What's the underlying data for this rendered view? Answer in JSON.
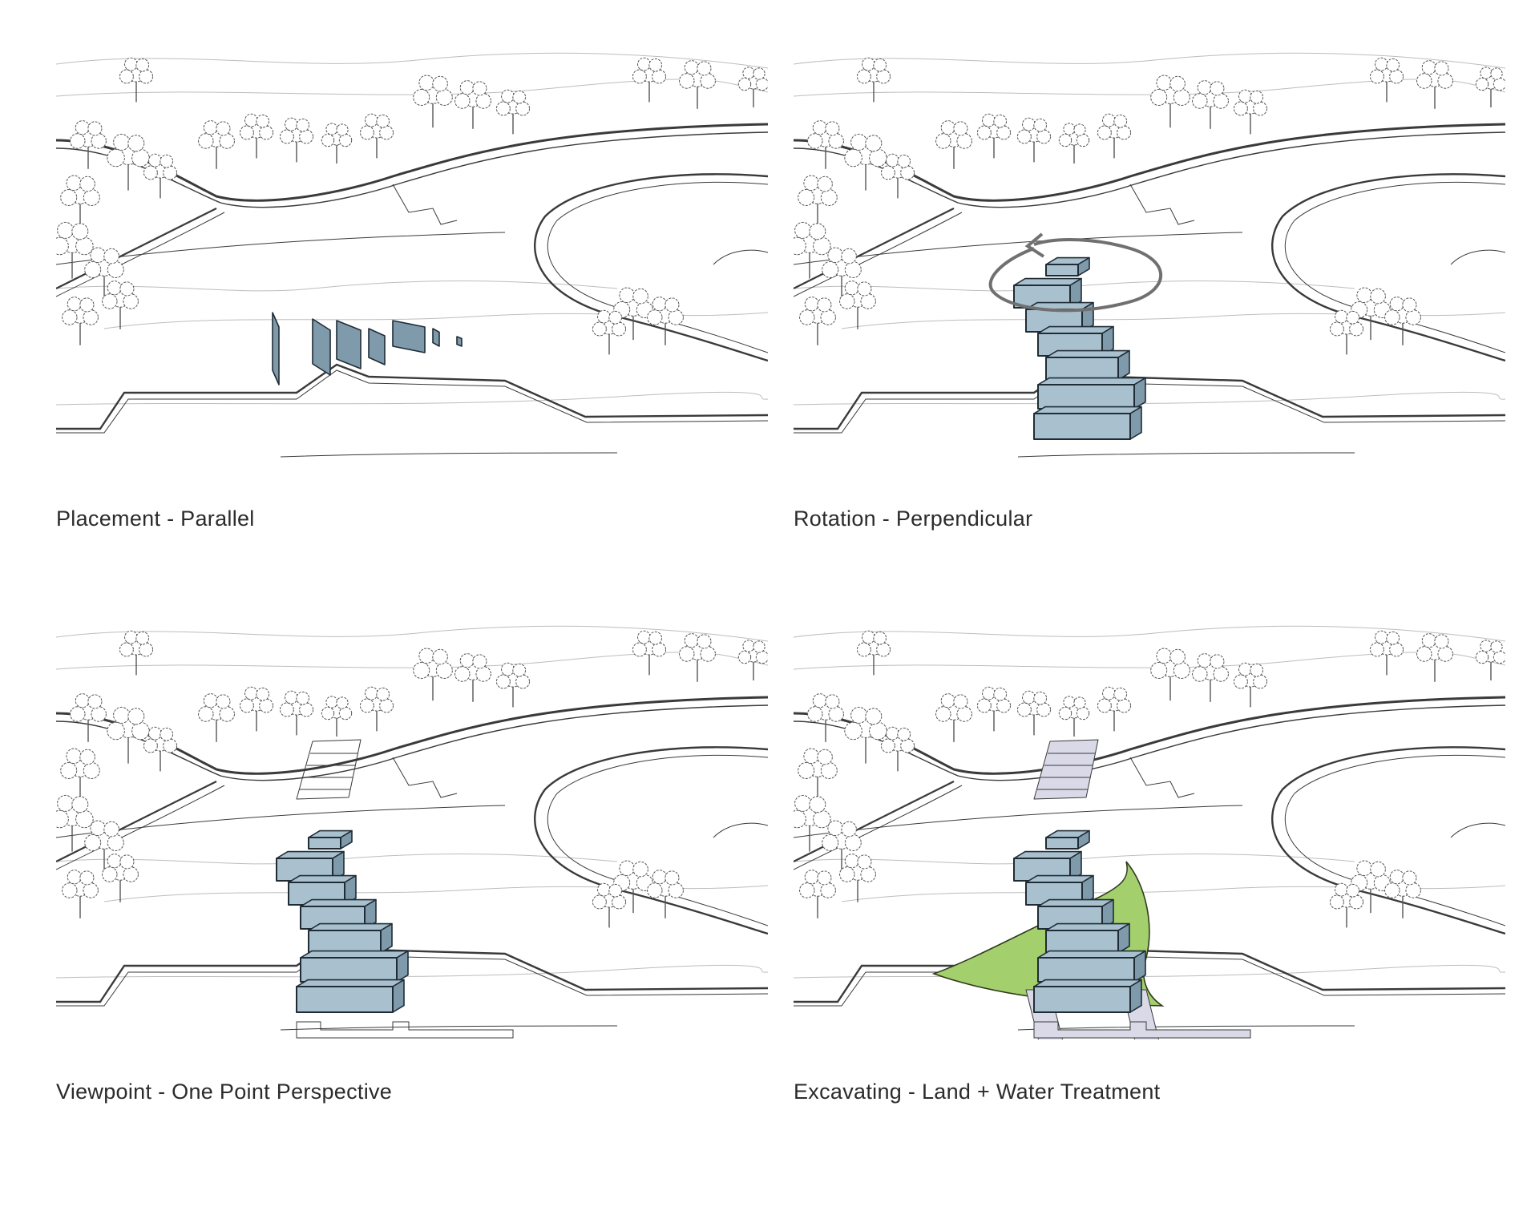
{
  "panels": [
    {
      "id": "placement",
      "caption": "Placement - Parallel",
      "massing": "parallel-walls"
    },
    {
      "id": "rotation",
      "caption": "Rotation - Perpendicular",
      "massing": "stacked-rotated",
      "rotation_arrow": true
    },
    {
      "id": "viewpoint",
      "caption": "Viewpoint - One Point Perspective",
      "massing": "stacked",
      "paths": true
    },
    {
      "id": "excavating",
      "caption": "Excavating - Land + Water Treatment",
      "massing": "stacked",
      "paths": true,
      "landform": true
    }
  ],
  "colors": {
    "massing_fill": "#a9c1cf",
    "massing_side": "#7f9aab",
    "massing_stroke": "#1f2c36",
    "landform_fill": "#a3cf6d",
    "path_fill": "#d9d9e8",
    "linework": "#3a3a3a",
    "trees": "#555555"
  }
}
